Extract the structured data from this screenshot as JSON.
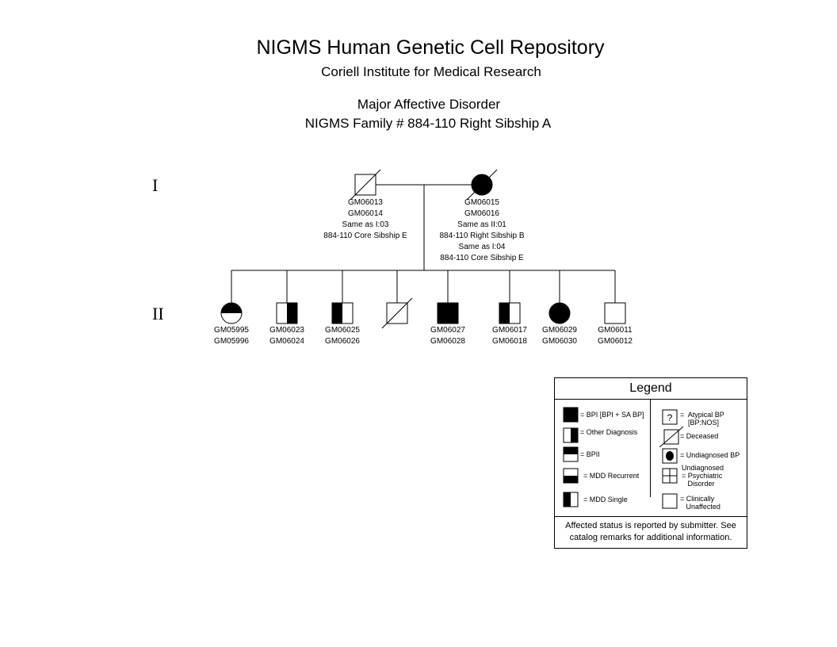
{
  "header": {
    "title": "NIGMS Human Genetic Cell Repository",
    "subtitle": "Coriell Institute for Medical Research",
    "disorder": "Major Affective Disorder",
    "family": "NIGMS Family # 884-110 Right Sibship A"
  },
  "generations": [
    "I",
    "II"
  ],
  "pedigree": {
    "gen1": [
      {
        "sex": "male",
        "status": "unaffected",
        "deceased": true,
        "lines": [
          "GM06013",
          "GM06014",
          "Same as I:03",
          "884-110 Core Sibship E"
        ]
      },
      {
        "sex": "female",
        "status": "bpi",
        "deceased": true,
        "lines": [
          "GM06015",
          "GM06016",
          "Same as II:01",
          "884-110 Right Sibship B",
          "Same as I:04",
          "884-110 Core Sibship E"
        ]
      }
    ],
    "gen2": [
      {
        "sex": "female",
        "status": "bpii",
        "deceased": false,
        "lines": [
          "GM05995",
          "GM05996"
        ]
      },
      {
        "sex": "male",
        "status": "other",
        "deceased": false,
        "lines": [
          "GM06023",
          "GM06024"
        ]
      },
      {
        "sex": "male",
        "status": "mdd_single",
        "deceased": false,
        "lines": [
          "GM06025",
          "GM06026"
        ]
      },
      {
        "sex": "male",
        "status": "unaffected",
        "deceased": true,
        "lines": []
      },
      {
        "sex": "male",
        "status": "bpi",
        "deceased": false,
        "lines": [
          "GM06027",
          "GM06028"
        ]
      },
      {
        "sex": "male",
        "status": "mdd_single",
        "deceased": false,
        "lines": [
          "GM06017",
          "GM06018"
        ]
      },
      {
        "sex": "female",
        "status": "bpi",
        "deceased": false,
        "lines": [
          "GM06029",
          "GM06030"
        ]
      },
      {
        "sex": "male",
        "status": "unaffected",
        "deceased": false,
        "lines": [
          "GM06011",
          "GM06012"
        ]
      }
    ]
  },
  "legend": {
    "title": "Legend",
    "left": [
      {
        "symbol": "bpi",
        "label": "= BPI [BPI + SA BP]"
      },
      {
        "symbol": "other",
        "label": "= Other Diagnosis"
      },
      {
        "symbol": "bpii",
        "label": "= BPII"
      },
      {
        "symbol": "mdd_recurrent",
        "label": "= MDD Recurrent"
      },
      {
        "symbol": "mdd_single",
        "label": "= MDD Single"
      }
    ],
    "right": [
      {
        "symbol": "atypical",
        "mark": "?",
        "label": "=  Atypical BP\n    [BP:NOS]"
      },
      {
        "symbol": "deceased",
        "label": "= Deceased"
      },
      {
        "symbol": "undiagnosed_bp",
        "label": "= Undiagnosed BP"
      },
      {
        "symbol": "undiagnosed_psych",
        "label": "Undiagnosed\n= Psychiatric\n   Disorder"
      },
      {
        "symbol": "unaffected",
        "label": "= Clinically\n   Unaffected"
      }
    ],
    "footer": "Affected status is reported by submitter. See catalog remarks for additional information."
  }
}
